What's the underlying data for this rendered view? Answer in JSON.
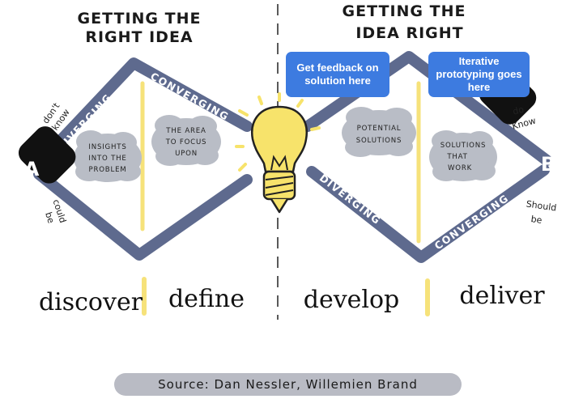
{
  "titles": {
    "left_line1": "GETTING THE",
    "left_line2": "RIGHT IDEA",
    "right_line1": "GETTING THE",
    "right_line2": "IDEA  RIGHT"
  },
  "nodes": {
    "start": "A",
    "end": "B"
  },
  "band_labels": {
    "left_diverging": "DIVERGING",
    "left_converging": "CONVERGING",
    "right_diverging": "DIVERGING",
    "right_converging": "CONVERGING"
  },
  "clouds": {
    "insights": [
      "INSIGHTS",
      "INTO THE",
      "PROBLEM"
    ],
    "focus": [
      "THE AREA",
      "TO FOCUS",
      "UPON"
    ],
    "potential": [
      "POTENTIAL",
      "SOLUTIONS"
    ],
    "work": [
      "SOLUTIONS",
      "THAT",
      "WORK"
    ]
  },
  "side_notes": {
    "dont_know": [
      "don't",
      "know"
    ],
    "could_be": [
      "could",
      "be"
    ],
    "do_know": [
      "do",
      "Know"
    ],
    "should_be": [
      "Should",
      "be"
    ]
  },
  "phases": {
    "discover": "discover",
    "define": "define",
    "develop": "develop",
    "deliver": "deliver"
  },
  "callouts": {
    "feedback": "Get feedback on solution here",
    "prototyping": "Iterative prototyping goes here"
  },
  "source": "Source:  Dan Nessler, Willemien Brand",
  "colors": {
    "band": "#5e6a8e",
    "cloud": "#b9bdc6",
    "highlight": "#f6e27a",
    "bulb": "#f7e36b",
    "callout": "#3d7be0",
    "node": "#111111"
  }
}
